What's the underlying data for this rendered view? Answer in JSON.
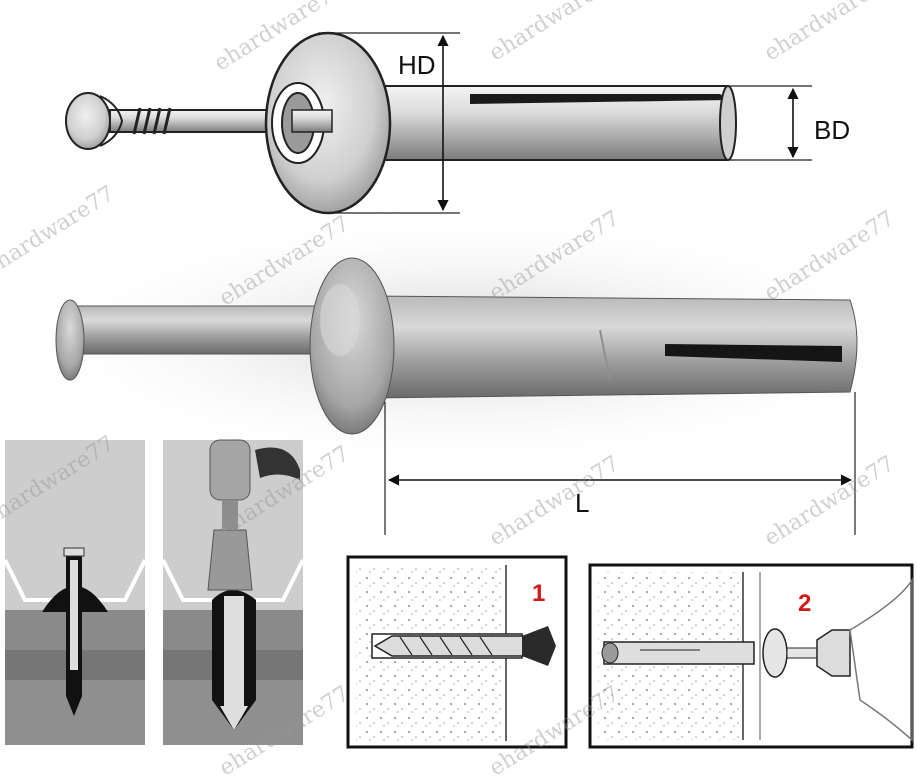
{
  "dimensions": {
    "head_diameter_label": "HD",
    "body_diameter_label": "BD",
    "length_label": "L"
  },
  "steps": [
    {
      "number": "1"
    },
    {
      "number": "2"
    }
  ],
  "watermark": "ehardware77",
  "colors": {
    "accent_red": "#d01818",
    "steel_light": "#d6d6d6",
    "steel_dark": "#6e6e6e",
    "concrete": "#eeeeee",
    "panel_bg": "#c8c8c8"
  }
}
